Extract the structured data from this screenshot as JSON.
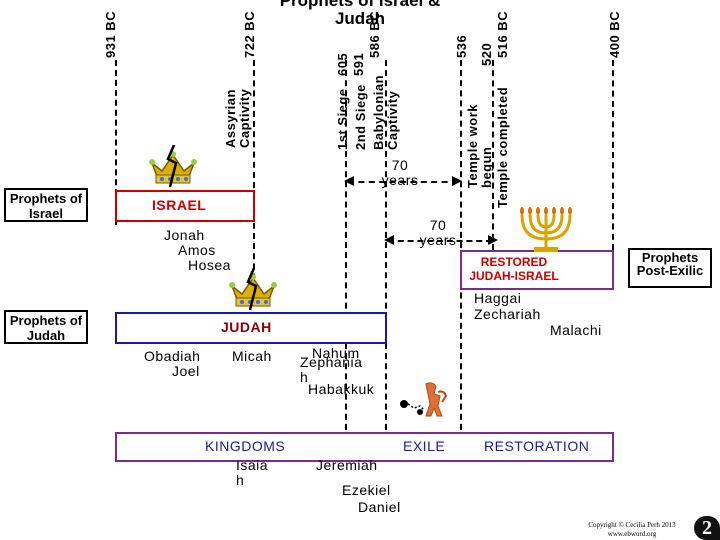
{
  "title": "Prophets of Israel & Judah",
  "dates": {
    "d931": "931 BC",
    "d722": "722 BC",
    "d605": "605",
    "d591": "591",
    "d586": "586 BC",
    "d536": "536",
    "d520": "520",
    "d516": "516 BC",
    "d400": "400 BC"
  },
  "events": {
    "assyrian_captivity": "Assyrian Captivity",
    "first_siege": "1st Siege",
    "second_siege": "2nd Siege",
    "babylonian_captivity": "Babylonian Captivity",
    "temple_begun": "Temple work begun",
    "temple_completed": "Temple completed",
    "seventy_years_1": "70 years",
    "seventy_years_2": "70 years"
  },
  "left_labels": {
    "prophets_israel": "Prophets of Israel",
    "prophets_judah": "Prophets of Judah"
  },
  "bars": {
    "israel": "ISRAEL",
    "judah": "JUDAH",
    "restored": "RESTORED JUDAH-ISRAEL",
    "post_exilic": "Prophets Post-Exilic",
    "kingdoms": "KINGDOMS",
    "exile": "EXILE",
    "restoration": "RESTORATION"
  },
  "prophets": {
    "jonah": "Jonah",
    "amos": "Amos",
    "hosea": "Hosea",
    "obadiah": "Obadiah",
    "joel": "Joel",
    "micah": "Micah",
    "nahum": "Nahum",
    "zephaniah": "Zephaniah",
    "habakkuk": "Habakkuk",
    "isaiah": "Isaiah",
    "jeremiah": "Jeremiah",
    "ezekiel": "Ezekiel",
    "daniel": "Daniel",
    "haggai": "Haggai",
    "zechariah": "Zechariah",
    "malachi": "Malachi"
  },
  "footer": {
    "copyright": "Copyright © Cecilia Perh 2013",
    "website": "www.ebword.org",
    "logo": "2"
  },
  "colors": {
    "israel_red": "#cc0000",
    "judah_blue": "#1a1aa6",
    "judah_text": "#8b0000",
    "purple": "#7b2b8f",
    "restored_red": "#cc0000",
    "crown_gold": "#d9b000",
    "menorah_gold": "#d9a400"
  },
  "icons": [
    "crown-icon",
    "broken-crown-icon",
    "menorah-icon",
    "chained-prisoner-icon",
    "logo-icon"
  ]
}
